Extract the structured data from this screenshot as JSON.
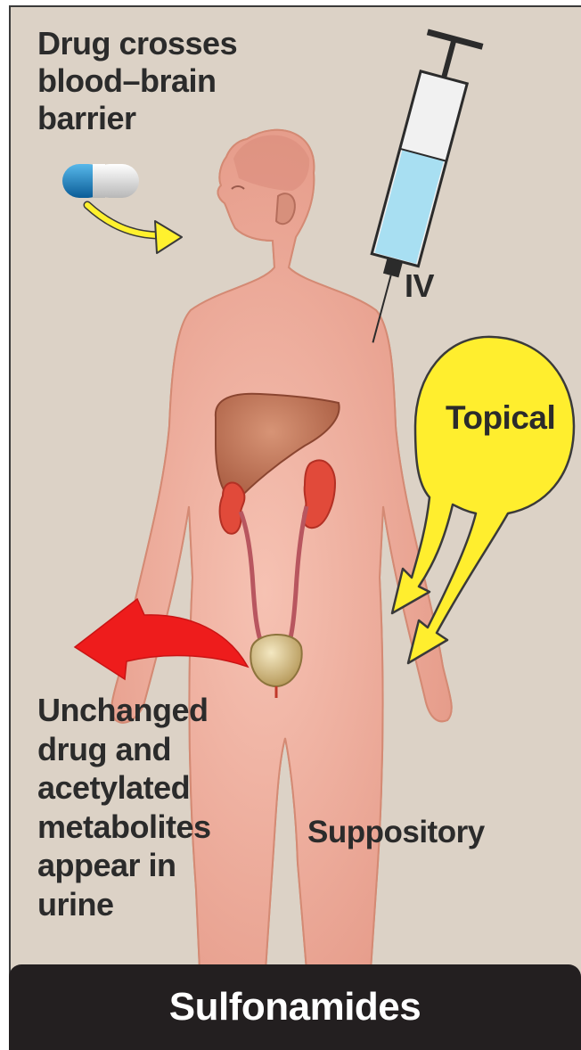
{
  "labels": {
    "blood_brain_barrier": [
      "Drug crosses",
      "blood–brain",
      "barrier"
    ],
    "iv": "IV",
    "topical": "Topical",
    "suppository": "Suppository",
    "excretion": [
      "Unchanged",
      "drug and",
      "acetylated",
      "metabolites",
      "appear in",
      "urine"
    ]
  },
  "footer": {
    "title": "Sulfonamides"
  },
  "colors": {
    "background": "#dcd2c6",
    "body_fill": "#e7a08e",
    "body_glow": "#f7c48c",
    "liver": "#b5674a",
    "kidney": "#e14a3a",
    "bladder": "#c9b07a",
    "syringe_fluid": "#a8dff2",
    "callout_yellow": "#ffee2e",
    "excretion_arrow": "#ee1c1c",
    "footer_bg": "#231f20"
  },
  "icons": [
    "capsule-icon",
    "syringe-icon",
    "red-curved-arrow-icon",
    "yellow-arrow-icon"
  ]
}
